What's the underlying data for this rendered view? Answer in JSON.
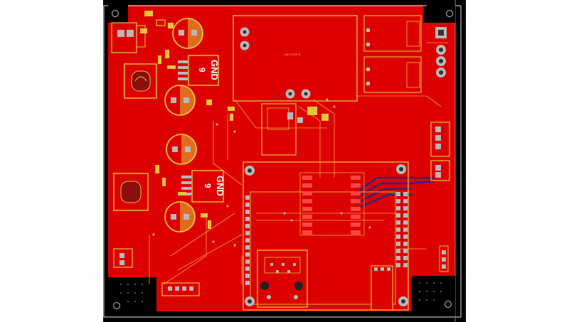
{
  "canvas": {
    "background": "#ffffff",
    "board_bg": "#000000",
    "copper": "#dc0000",
    "silk": "#e6c43a",
    "pad": "#b8b8b8",
    "edge": "#e4e4e4",
    "bottom_trace": "#1a2a8a"
  },
  "labels": {
    "gnd_upper": "GND",
    "gnd_upper_num": "9",
    "gnd_lower": "GND",
    "gnd_lower_num": "9",
    "module_text": "ABC1234FB"
  }
}
